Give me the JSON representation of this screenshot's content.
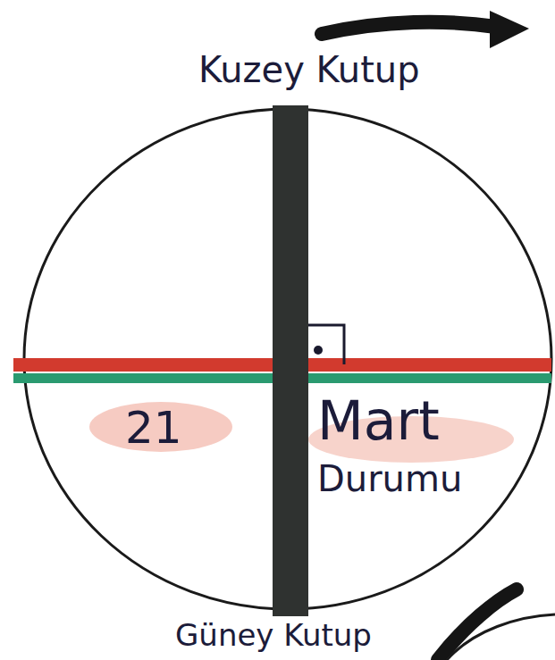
{
  "diagram": {
    "nodes": [
      {
        "text": [
          "21",
          "Mart Durumu"
        ]
      }
    ],
    "labels": [
      "Kuzey Kutup",
      "Güney Kutup"
    ]
  }
}
